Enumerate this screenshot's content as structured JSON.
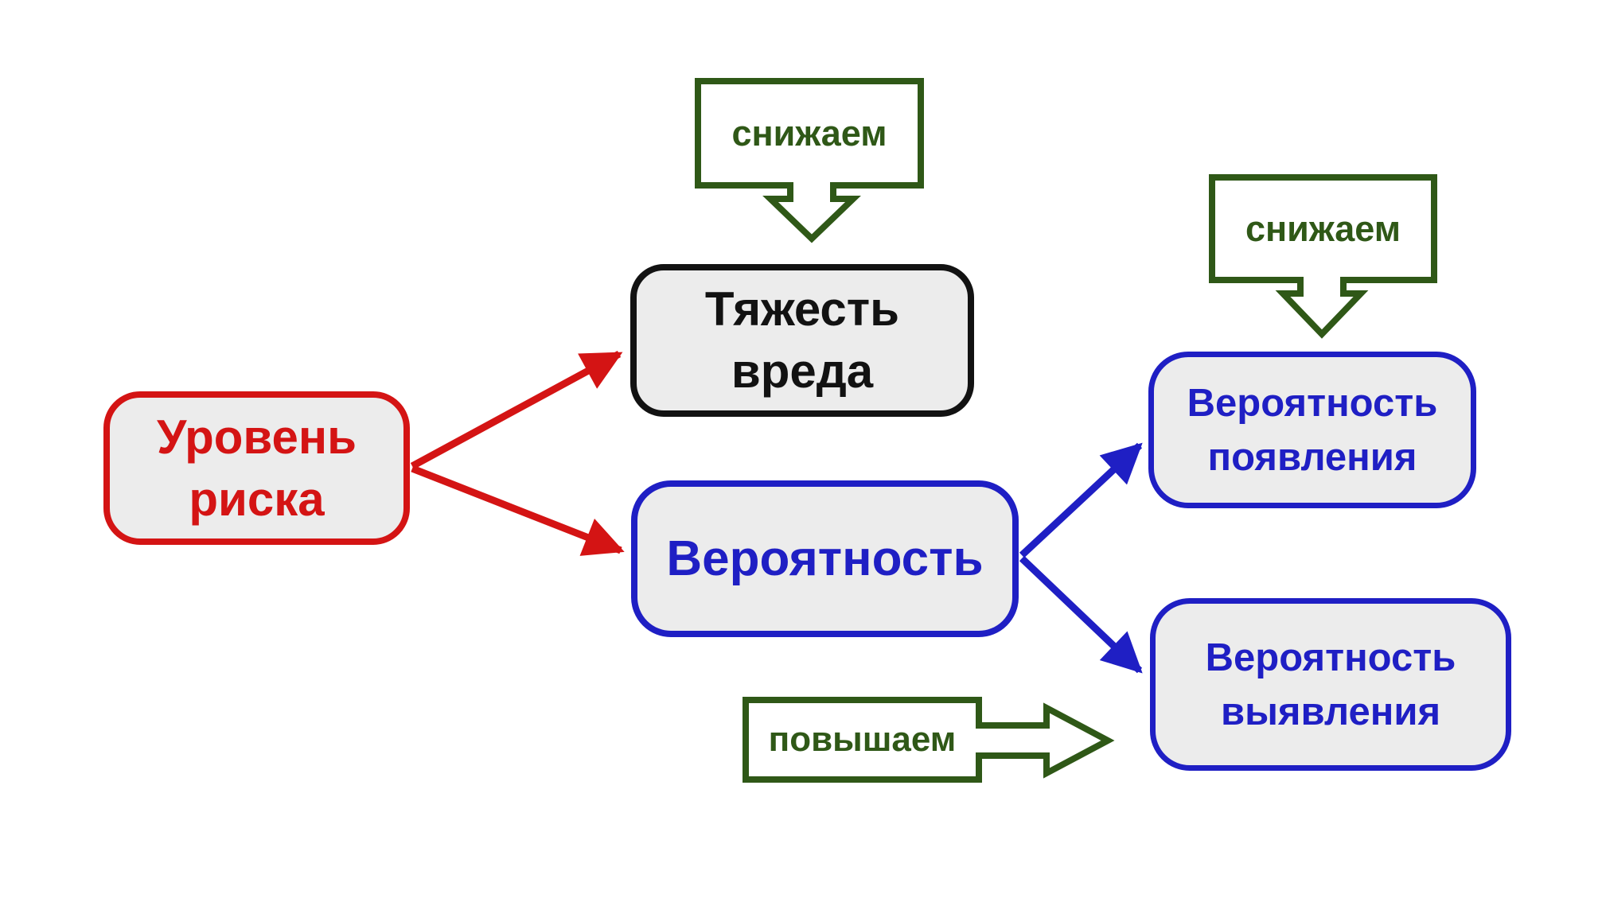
{
  "diagram": {
    "title": "Risk level decomposition diagram",
    "background_color": "#ffffff",
    "colors": {
      "risk_red": "#d41414",
      "probability_blue": "#1f1fc4",
      "action_green": "#2f5817",
      "severity_black": "#121212",
      "node_fill": "#ececec",
      "callout_fill": "#ffffff"
    },
    "nodes": {
      "risk_level": {
        "line1": "Уровень",
        "line2": "риска"
      },
      "severity": {
        "line1": "Тяжесть",
        "line2": "вреда"
      },
      "probability": {
        "line1": "Вероятность"
      },
      "occurrence": {
        "line1": "Вероятность",
        "line2": "появления"
      },
      "detection": {
        "line1": "Вероятность",
        "line2": "выявления"
      }
    },
    "callouts": {
      "reduce_severity": "снижаем",
      "reduce_occurrence": "снижаем",
      "increase_detection": "повышаем"
    },
    "edges": [
      {
        "from": "risk_level",
        "to": "severity",
        "color": "#d41414"
      },
      {
        "from": "risk_level",
        "to": "probability",
        "color": "#d41414"
      },
      {
        "from": "probability",
        "to": "occurrence",
        "color": "#1f1fc4"
      },
      {
        "from": "probability",
        "to": "detection",
        "color": "#1f1fc4"
      }
    ]
  }
}
